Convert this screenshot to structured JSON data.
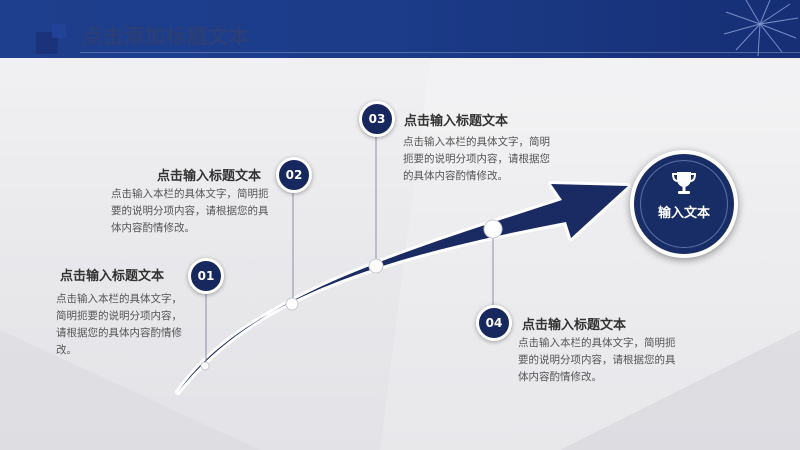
{
  "header": {
    "title": "点击添加标题文本"
  },
  "items": [
    {
      "number": "01",
      "title": "点击输入标题文本",
      "body": "点击输入本栏的具体文字，简明扼要的说明分项内容，请根据您的具体内容酌情修改。"
    },
    {
      "number": "02",
      "title": "点击输入标题文本",
      "body": "点击输入本栏的具体文字，简明扼要的说明分项内容，请根据您的具体内容酌情修改。"
    },
    {
      "number": "03",
      "title": "点击输入标题文本",
      "body": "点击输入本栏的具体文字，简明扼要的说明分项内容，请根据您的具体内容酌情修改。"
    },
    {
      "number": "04",
      "title": "点击输入标题文本",
      "body": "点击输入本栏的具体文字，简明扼要的说明分项内容，请根据您的具体内容酌情修改。"
    }
  ],
  "target": {
    "label": "输入文本",
    "icon": "trophy-icon"
  },
  "colors": {
    "header": "#1e3f8d",
    "arrow": "#1a2a63",
    "badge": "#17285e",
    "background": "#ececef"
  }
}
